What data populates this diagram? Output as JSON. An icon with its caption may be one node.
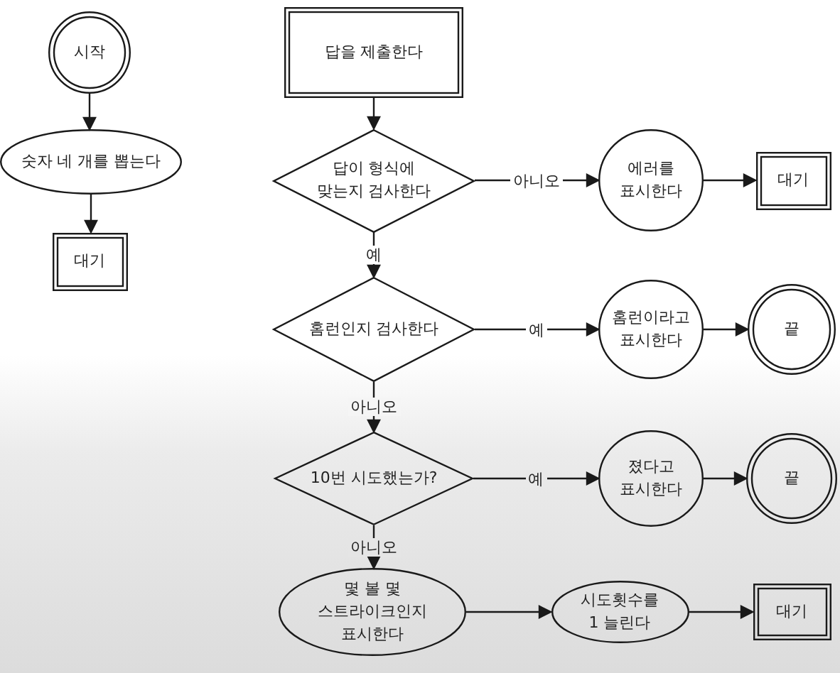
{
  "diagram": {
    "nodes": [
      {
        "text": [
          "시작"
        ]
      },
      {
        "text": [
          "숫자 네 개를 뽑는다"
        ]
      },
      {
        "text": [
          "대기"
        ]
      },
      {
        "text": [
          "답을 제출한다"
        ]
      },
      {
        "text": [
          "답이 형식에 맞는지 검사한다"
        ]
      },
      {
        "text": [
          "에러를 표시한다"
        ]
      },
      {
        "text": [
          "대기"
        ]
      },
      {
        "text": [
          "홈런인지 검사한다"
        ]
      },
      {
        "text": [
          "홈런이라고 표시한다"
        ]
      },
      {
        "text": [
          "끝"
        ]
      },
      {
        "text": [
          "10번 시도했는가?"
        ]
      },
      {
        "text": [
          "졌다고 표시한다"
        ]
      },
      {
        "text": [
          "끝"
        ]
      },
      {
        "text": [
          "몇 볼 몇 스트라이크인지 표시한다"
        ]
      },
      {
        "text": [
          "시도횟수를 1 늘린다"
        ]
      },
      {
        "text": [
          "대기"
        ]
      }
    ],
    "edges": [
      {
        "from": 0,
        "to": 1,
        "arrow": "to"
      },
      {
        "from": 1,
        "to": 2,
        "arrow": "to"
      },
      {
        "from": 3,
        "to": 4,
        "arrow": "to"
      },
      {
        "from": 4,
        "to": 5,
        "arrow": "to",
        "label": "아니오"
      },
      {
        "from": 5,
        "to": 6,
        "arrow": "to"
      },
      {
        "from": 4,
        "to": 7,
        "arrow": "to",
        "label": "예"
      },
      {
        "from": 7,
        "to": 8,
        "arrow": "to",
        "label": "예"
      },
      {
        "from": 8,
        "to": 9,
        "arrow": "to"
      },
      {
        "from": 7,
        "to": 10,
        "arrow": "to",
        "label": "아니오"
      },
      {
        "from": 10,
        "to": 11,
        "arrow": "to",
        "label": "예"
      },
      {
        "from": 11,
        "to": 12,
        "arrow": "to"
      },
      {
        "from": 10,
        "to": 13,
        "arrow": "to",
        "label": "아니오"
      },
      {
        "from": 13,
        "to": 14,
        "arrow": "to"
      },
      {
        "from": 14,
        "to": 15,
        "arrow": "to"
      }
    ]
  }
}
